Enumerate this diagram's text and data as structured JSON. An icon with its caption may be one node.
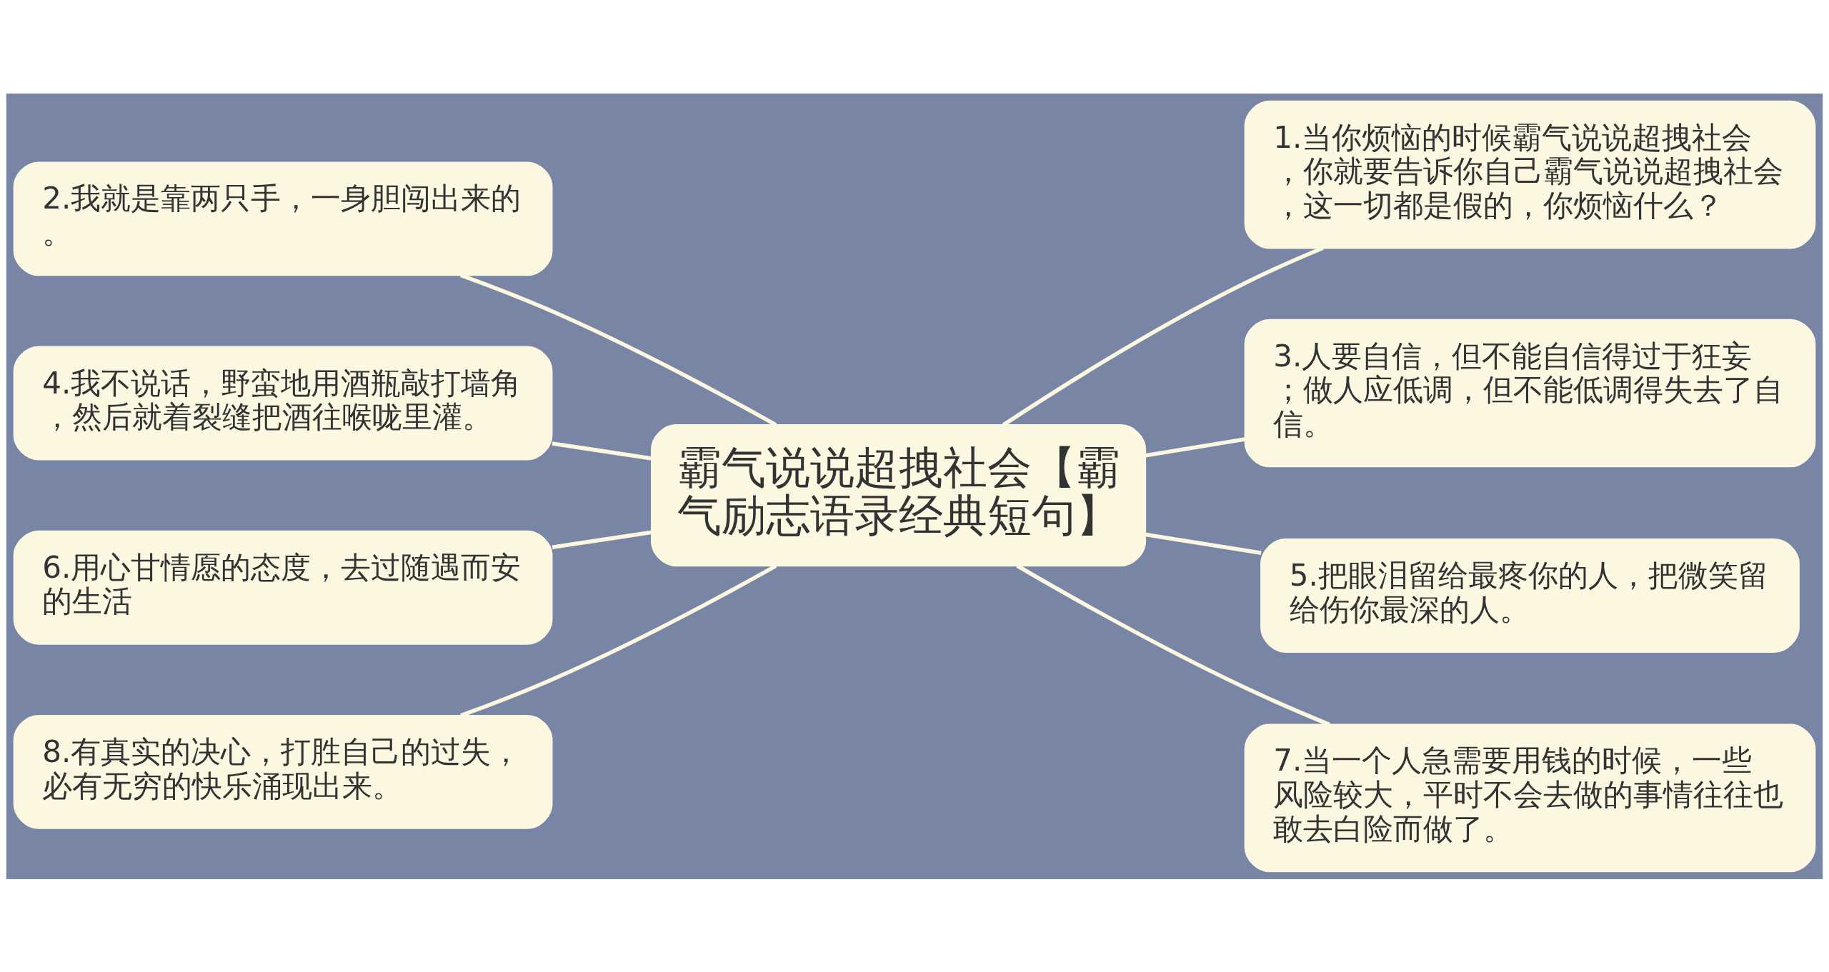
{
  "diagram": {
    "nodes": [
      {
        "text": [
          "霸气说说超拽社会【霸气励志语录经典短句】"
        ]
      },
      {
        "text": [
          "1.当你烦恼的时候霸气说说超拽社会，你就要告诉你自己霸气说说超拽社会，这一切都是假的，你烦恼什么？"
        ]
      },
      {
        "text": [
          "2.我就是靠两只手，一身胆闯出来的。"
        ]
      },
      {
        "text": [
          "3.人要自信，但不能自信得过于狂妄；做人应低调，但不能低调得失去了自信。"
        ]
      },
      {
        "text": [
          "4.我不说话，野蛮地用酒瓶敲打墙角，然后就着裂缝把酒往喉咙里灌。"
        ]
      },
      {
        "text": [
          "5.把眼泪留给最疼你的人，把微笑留给伤你最深的人。"
        ]
      },
      {
        "text": [
          "6.用心甘情愿的态度，去过随遇而安的生活"
        ]
      },
      {
        "text": [
          "7.当一个人急需要用钱的时候，一些风险较大，平时不会去做的事情往往也敢去白险而做了。"
        ]
      },
      {
        "text": [
          "8.有真实的决心，打胜自己的过失，必有无穷的快乐涌现出来。"
        ]
      }
    ],
    "edges": [
      {
        "from": 0,
        "to": 1,
        "arrow": "none"
      },
      {
        "from": 0,
        "to": 2,
        "arrow": "none"
      },
      {
        "from": 0,
        "to": 3,
        "arrow": "none"
      },
      {
        "from": 0,
        "to": 4,
        "arrow": "none"
      },
      {
        "from": 0,
        "to": 5,
        "arrow": "none"
      },
      {
        "from": 0,
        "to": 6,
        "arrow": "none"
      },
      {
        "from": 0,
        "to": 7,
        "arrow": "none"
      },
      {
        "from": 0,
        "to": 8,
        "arrow": "none"
      }
    ]
  }
}
